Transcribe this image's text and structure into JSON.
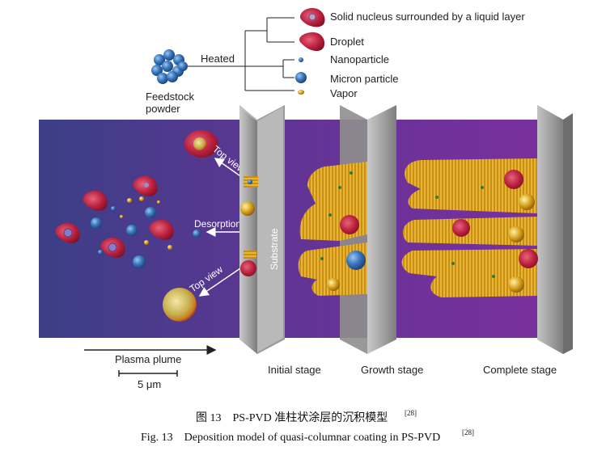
{
  "legend": {
    "source_label": "Feedstock",
    "source_label_2": "powder",
    "heated_label": "Heated",
    "items": [
      {
        "name": "solid-nucleus-legend",
        "label": "Solid nucleus surrounded by a liquid layer"
      },
      {
        "name": "droplet-legend",
        "label": "Droplet"
      },
      {
        "name": "nanoparticle-legend",
        "label": "Nanoparticle"
      },
      {
        "name": "micron-particle-legend",
        "label": "Micron particle"
      },
      {
        "name": "vapor-legend",
        "label": "Vapor"
      }
    ]
  },
  "annotations": {
    "top_view_1": "Top view",
    "top_view_2": "Top view",
    "desorption": "Desorption",
    "substrate": "Substrate",
    "plasma_plume": "Plasma plume",
    "scale_bar": "5 μm"
  },
  "stages": {
    "initial": "Initial stage",
    "growth": "Growth stage",
    "complete": "Complete stage"
  },
  "caption": {
    "cn": "图 13　PS-PVD 准柱状涂层的沉积模型",
    "cn_ref": "[28]",
    "en": "Fig. 13　Deposition model of quasi-columnar coating in PS-PVD",
    "en_ref": "[28]"
  },
  "colors": {
    "plasma_left": "#3d3f86",
    "plasma_right": "#7a2f9e",
    "substrate": "#a8a8a8",
    "coating": "#d9a21f",
    "droplet": "#b81f3c",
    "particle": "#2c64a8"
  }
}
